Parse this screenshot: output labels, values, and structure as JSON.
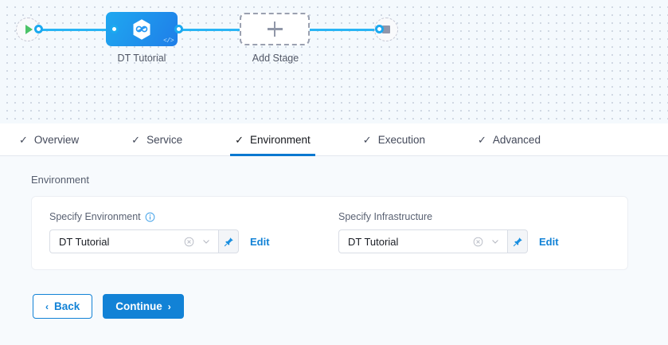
{
  "canvas": {
    "start_node": {
      "name": "start-node",
      "icon": "play-icon"
    },
    "end_node": {
      "name": "end-node",
      "icon": "stop-icon"
    },
    "stages": [
      {
        "label": "DT Tutorial",
        "icon": "harness-hexagon-icon",
        "badge_icon": "code-icon"
      },
      {
        "label": "Add Stage",
        "icon": "plus-icon"
      }
    ]
  },
  "tabs": [
    {
      "label": "Overview",
      "check": "✓",
      "active": false
    },
    {
      "label": "Service",
      "check": "✓",
      "active": false
    },
    {
      "label": "Environment",
      "check": "✓",
      "active": true
    },
    {
      "label": "Execution",
      "check": "✓",
      "active": false
    },
    {
      "label": "Advanced",
      "check": "✓",
      "active": false
    }
  ],
  "section": {
    "title": "Environment",
    "environment_field": {
      "label": "Specify Environment",
      "info_icon": "info-icon",
      "value": "DT Tutorial",
      "clear_icon": "clear-circle-icon",
      "chevron_icon": "chevron-down-icon",
      "pin_icon": "pin-icon",
      "edit_label": "Edit"
    },
    "infrastructure_field": {
      "label": "Specify Infrastructure",
      "value": "DT Tutorial",
      "clear_icon": "clear-circle-icon",
      "chevron_icon": "chevron-down-icon",
      "pin_icon": "pin-icon",
      "edit_label": "Edit"
    }
  },
  "footer": {
    "back_label": "Back",
    "back_chevron": "‹",
    "continue_label": "Continue",
    "continue_chevron": "›"
  },
  "colors": {
    "accent_blue": "#1282d6",
    "edge_blue": "#29b5f5",
    "node_blue": "#1f8ee9",
    "play_green": "#4cc368",
    "page_bg": "#f7fafd"
  }
}
